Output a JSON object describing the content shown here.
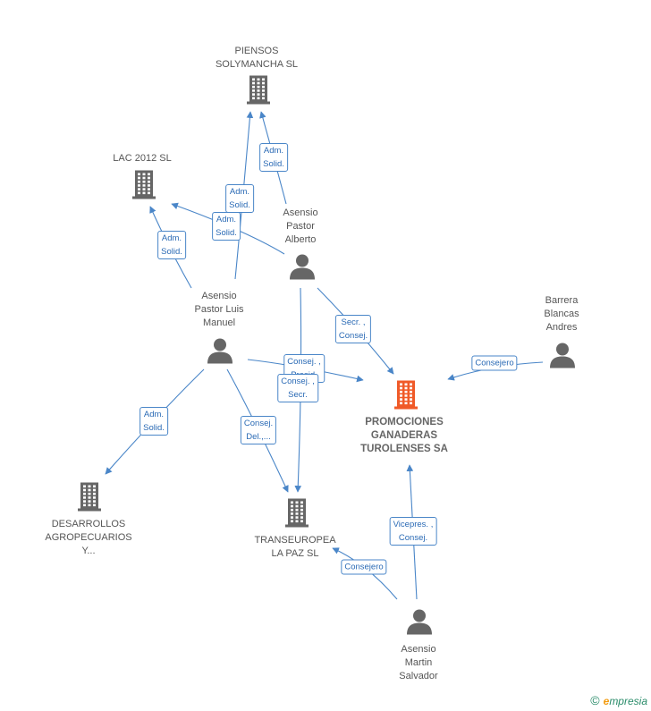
{
  "nodes": [
    {
      "id": "piensos",
      "type": "company",
      "label": "PIENSOS\nSOLYMANCHA SL",
      "focus": false
    },
    {
      "id": "lac",
      "type": "company",
      "label": "LAC 2012 SL",
      "focus": false
    },
    {
      "id": "alberto",
      "type": "person",
      "label": "Asensio\nPastor\nAlberto",
      "focus": false
    },
    {
      "id": "luis",
      "type": "person",
      "label": "Asensio\nPastor Luis\nManuel",
      "focus": false
    },
    {
      "id": "barrera",
      "type": "person",
      "label": "Barrera\nBlancas\nAndres",
      "focus": false
    },
    {
      "id": "promociones",
      "type": "company",
      "label": "PROMOCIONES\nGANADERAS\nTUROLENSES SA",
      "focus": true
    },
    {
      "id": "desarrollos",
      "type": "company",
      "label": "DESARROLLOS\nAGROPECUARIOS\nY...",
      "focus": false
    },
    {
      "id": "transeuropea",
      "type": "company",
      "label": "TRANSEUROPEA\nLA PAZ SL",
      "focus": false
    },
    {
      "id": "martin",
      "type": "person",
      "label": "Asensio\nMartin\nSalvador",
      "focus": false
    }
  ],
  "edges": [
    {
      "label": "Adm.\nSolid."
    },
    {
      "label": "Adm.\nSolid."
    },
    {
      "label": "Adm.\nSolid."
    },
    {
      "label": "Adm.\nSolid."
    },
    {
      "label": "Secr. ,\nConsej."
    },
    {
      "label": "Consejero"
    },
    {
      "label": "Consej. ,\nPresid."
    },
    {
      "label": "Consej. ,\nSecr."
    },
    {
      "label": "Adm.\nSolid."
    },
    {
      "label": "Consej.\nDel.,..."
    },
    {
      "label": "Vicepres. ,\nConsej."
    },
    {
      "label": "Consejero"
    }
  ],
  "colors": {
    "edge": "#4a86c8",
    "node_default": "#666666",
    "node_focus": "#f05a28"
  },
  "brand": {
    "copyright": "©",
    "initial": "e",
    "rest": "mpresia"
  }
}
